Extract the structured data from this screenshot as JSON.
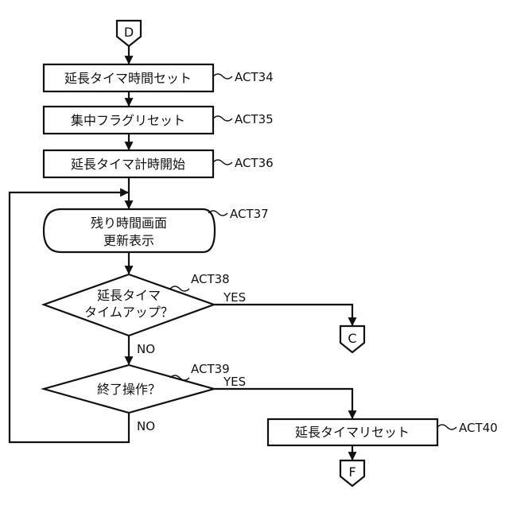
{
  "connectors": {
    "start": "D",
    "yes_exit": "C",
    "end": "F"
  },
  "steps": {
    "act34": {
      "label": "延長タイマ時間セット",
      "ref": "ACT34"
    },
    "act35": {
      "label": "集中フラグリセット",
      "ref": "ACT35"
    },
    "act36": {
      "label": "延長タイマ計時開始",
      "ref": "ACT36"
    },
    "act37": {
      "label_line1": "残り時間画面",
      "label_line2": "更新表示",
      "ref": "ACT37"
    },
    "act38": {
      "label_line1": "延長タイマ",
      "label_line2": "タイムアップ？",
      "ref": "ACT38",
      "yes": "YES",
      "no": "NO"
    },
    "act39": {
      "label": "終了操作？",
      "ref": "ACT39",
      "yes": "YES",
      "no": "NO"
    },
    "act40": {
      "label": "延長タイマリセット",
      "ref": "ACT40"
    }
  },
  "colors": {
    "stroke": "#111111",
    "fill": "#ffffff",
    "arrowhead": "filled"
  }
}
